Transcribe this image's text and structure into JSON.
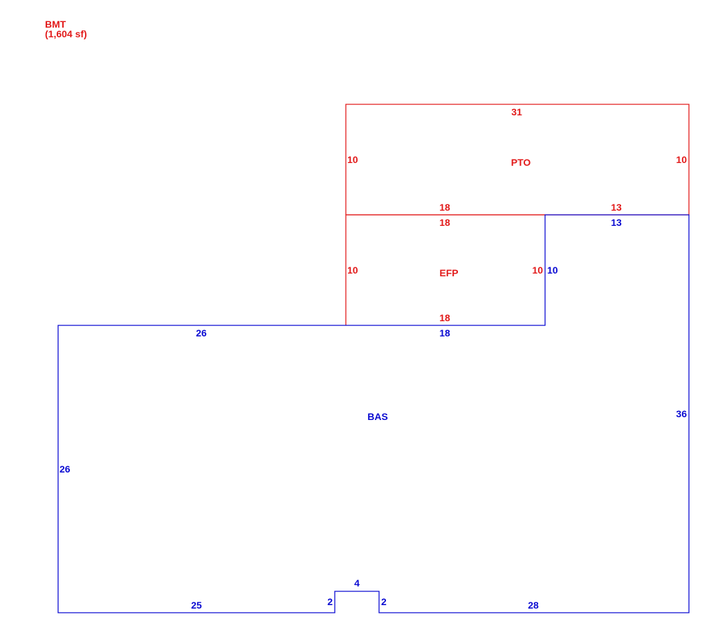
{
  "colors": {
    "red": "#e21b1b",
    "blue": "#0a0ad2"
  },
  "header": {
    "area_code": "BMT",
    "area_sf": "(1,604 sf)"
  },
  "areas": {
    "pto": {
      "name": "PTO",
      "top": "31",
      "left": "10",
      "right": "10",
      "bottom_left": "18",
      "bottom_right": "13"
    },
    "efp": {
      "name": "EFP",
      "top": "18",
      "left": "10",
      "right": "10",
      "bottom": "18"
    },
    "bas": {
      "name": "BAS",
      "top_right_segment": "13",
      "efp_side": "10",
      "top_left": "26",
      "top_mid": "18",
      "right": "36",
      "left": "26",
      "bottom_left": "25",
      "notch_left": "2",
      "notch_top": "4",
      "notch_right": "2",
      "bottom_right": "28"
    }
  }
}
